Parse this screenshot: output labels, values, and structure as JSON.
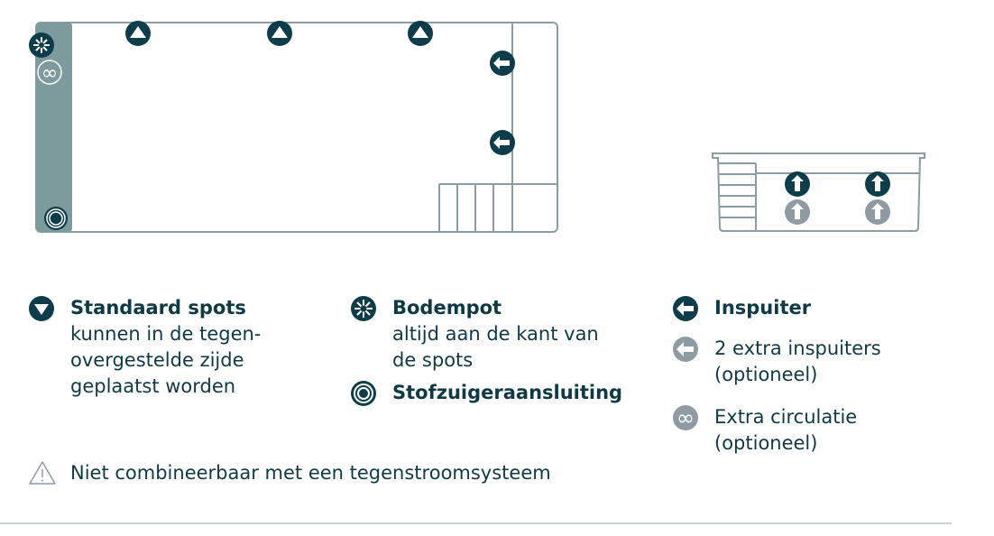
{
  "colors": {
    "dark": "#0d3d4a",
    "line": "#8a9ea1",
    "band": "#7d9a9c",
    "grey": "#8e9ba3"
  },
  "legend": {
    "spots": {
      "title": "Standaard spots",
      "desc": [
        "kunnen in de tegen-",
        "overgestelde zijde",
        "geplaatst worden"
      ]
    },
    "bodempot": {
      "title": "Bodempot",
      "desc": [
        "altijd aan de kant van",
        "de spots"
      ]
    },
    "stofzuiger": {
      "title": "Stofzuigeraansluiting"
    },
    "inspuiter": {
      "title": "Inspuiter"
    },
    "extra_inspuiters": {
      "desc": [
        "2 extra inspuiters",
        "(optioneel)"
      ]
    },
    "circulatie": {
      "desc": [
        "Extra circulatie",
        "(optioneel)"
      ]
    }
  },
  "warning": "Niet combineerbaar met een tegenstroomsysteem"
}
